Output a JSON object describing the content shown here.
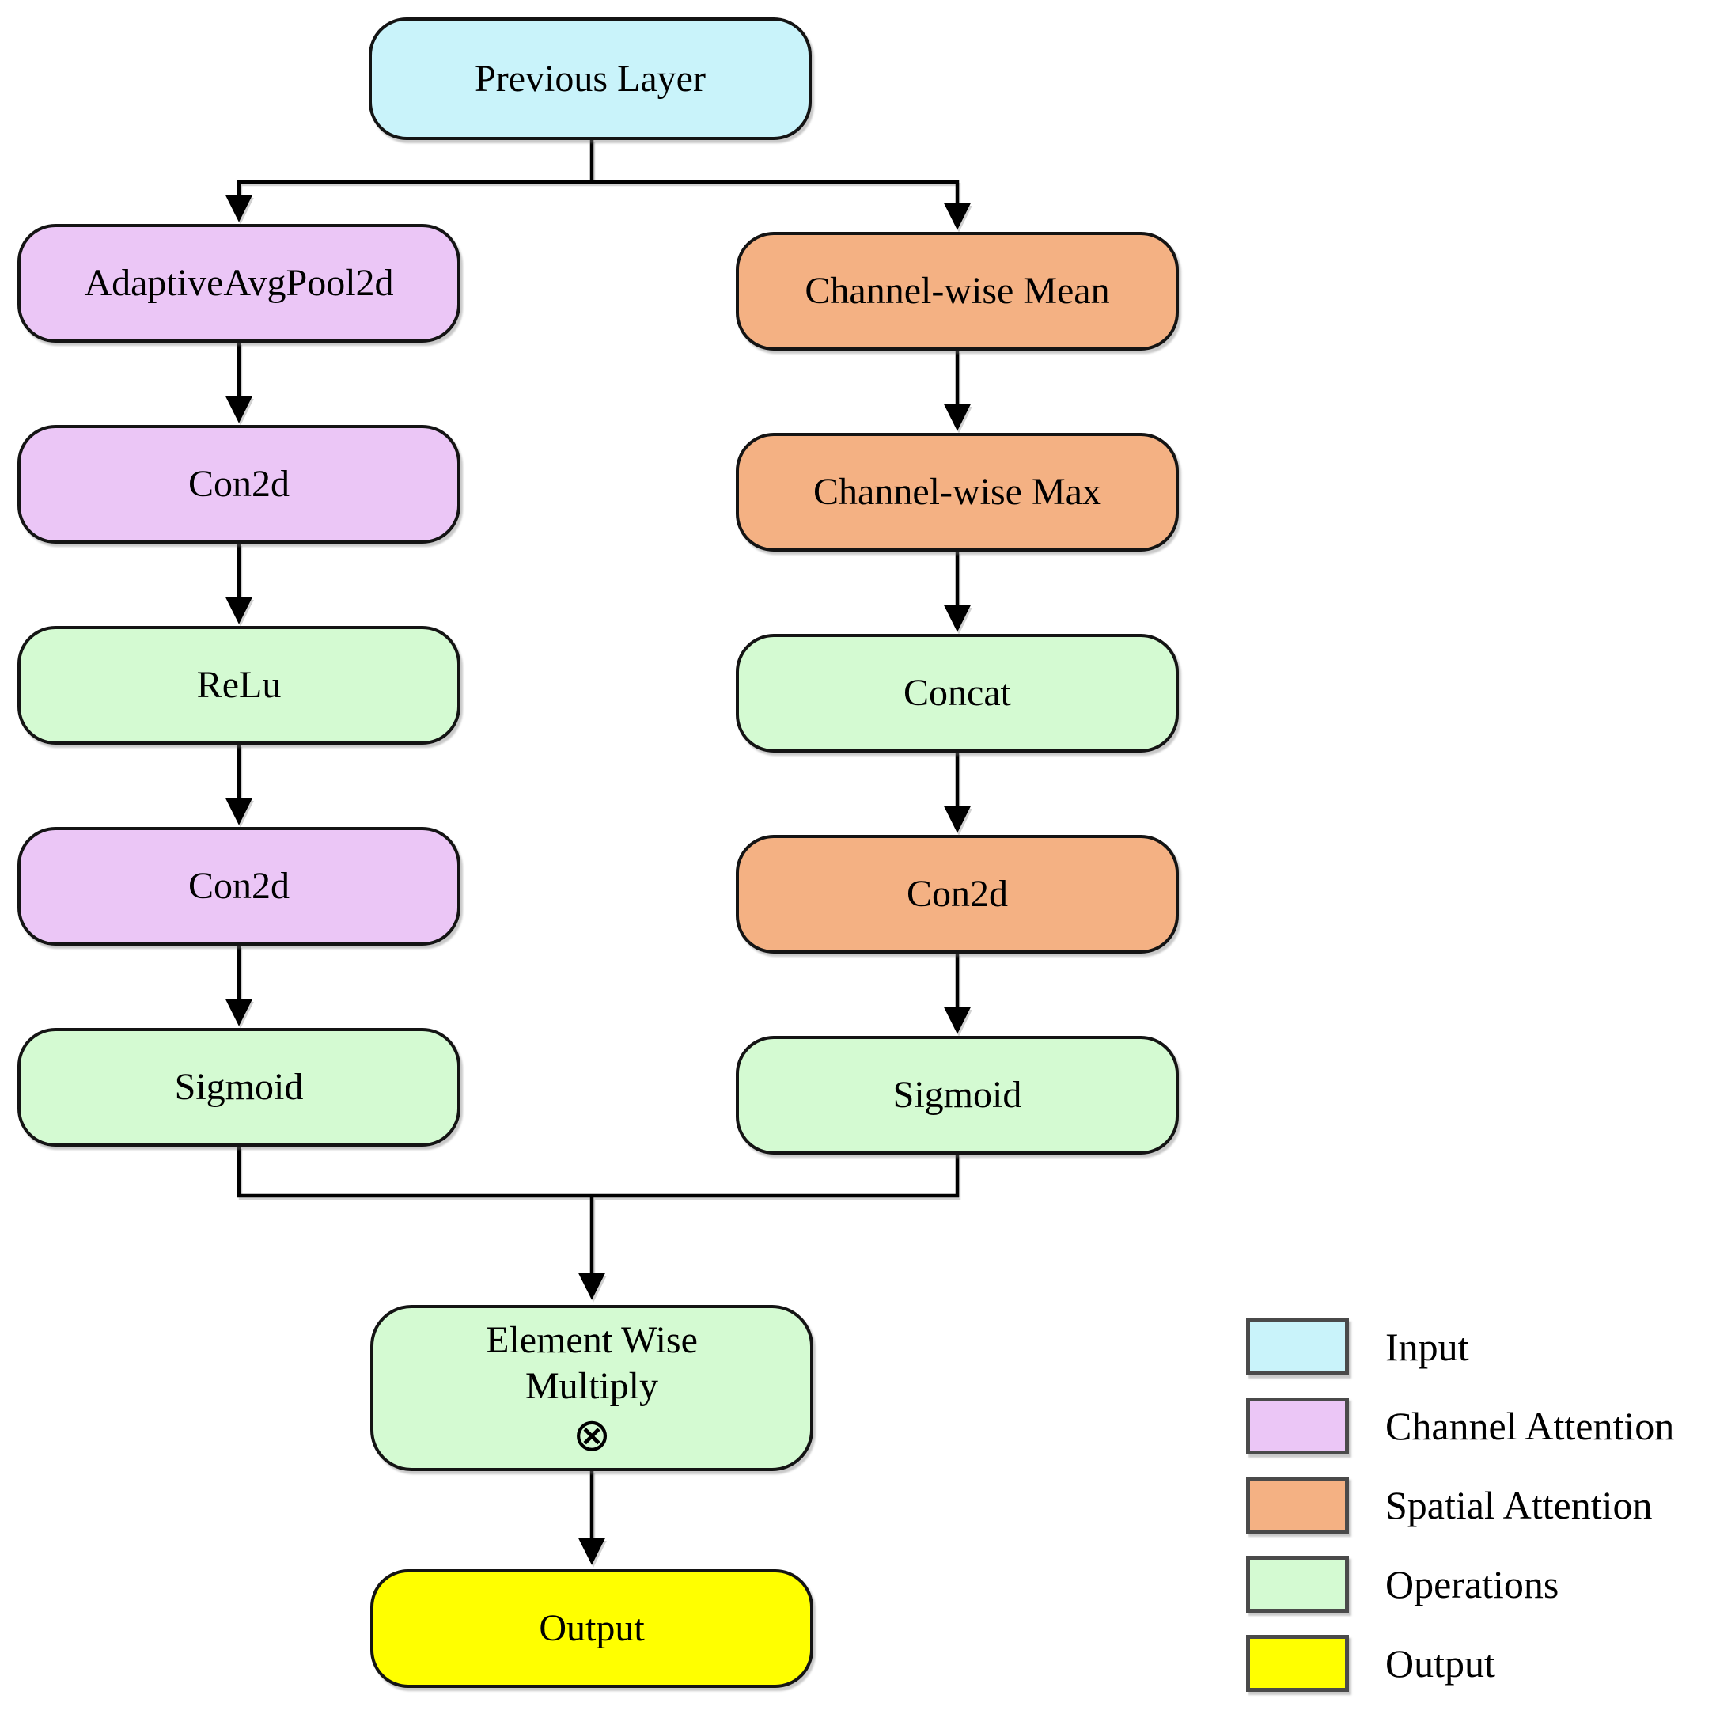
{
  "diagram": {
    "input_node": {
      "label": "Previous Layer"
    },
    "channel_branch": [
      {
        "label": "AdaptiveAvgPool2d"
      },
      {
        "label": "Con2d"
      },
      {
        "label": "ReLu"
      },
      {
        "label": "Con2d"
      },
      {
        "label": "Sigmoid"
      }
    ],
    "spatial_branch": [
      {
        "label": "Channel-wise Mean"
      },
      {
        "label": "Channel-wise Max"
      },
      {
        "label": "Concat"
      },
      {
        "label": "Con2d"
      },
      {
        "label": "Sigmoid"
      }
    ],
    "merge_node": {
      "line1": "Element Wise",
      "line2": "Multiply",
      "symbol": "⊗"
    },
    "output_node": {
      "label": "Output"
    },
    "colors": {
      "input": "#C9F3FA",
      "channel_attention": "#EBC6F6",
      "spatial_attention": "#F4B183",
      "operations": "#D4FAD2",
      "output": "#FFFF00"
    },
    "legend": [
      {
        "label": "Input",
        "color_key": "input"
      },
      {
        "label": "Channel Attention",
        "color_key": "channel_attention"
      },
      {
        "label": "Spatial Attention",
        "color_key": "spatial_attention"
      },
      {
        "label": "Operations",
        "color_key": "operations"
      },
      {
        "label": "Output",
        "color_key": "output"
      }
    ]
  }
}
